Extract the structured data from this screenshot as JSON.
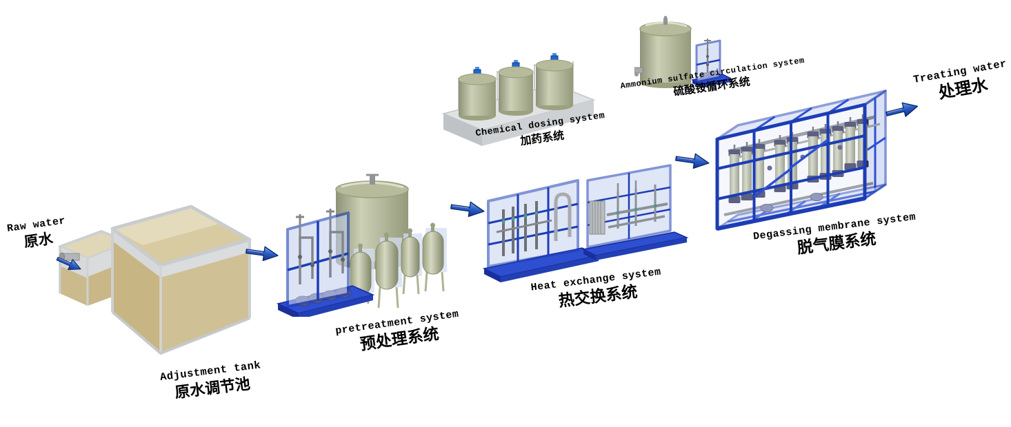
{
  "nodes": {
    "raw_water": {
      "en": "Raw water",
      "zh": "原水"
    },
    "adjustment_tank": {
      "en": "Adjustment tank",
      "zh": "原水调节池"
    },
    "pretreatment_system": {
      "en": "pretreatment system",
      "zh": "预处理系统"
    },
    "chemical_dosing_system": {
      "en": "Chemical dosing system",
      "zh": "加药系统"
    },
    "heat_exchange_system": {
      "en": "Heat exchange system",
      "zh": "热交换系统"
    },
    "ammonium_sulfate_circulation_system": {
      "en": "Ammonium sulfate circulation system",
      "zh": "硫酸铵循环系统"
    },
    "degassing_membrane_system": {
      "en": "Degassing membrane system",
      "zh": "脱气膜系统"
    },
    "treating_water": {
      "en": "Treating water",
      "zh": "处理水"
    }
  },
  "arrows": [
    {
      "from": "raw_water",
      "to": "adjustment_tank"
    },
    {
      "from": "adjustment_tank",
      "to": "pretreatment_system"
    },
    {
      "from": "pretreatment_system",
      "to": "heat_exchange_system"
    },
    {
      "from": "heat_exchange_system",
      "to": "degassing_membrane_system"
    },
    {
      "from": "degassing_membrane_system",
      "to": "treating_water"
    }
  ],
  "colors": {
    "background": "#ffffff",
    "frame_blue": "#1d3db5",
    "arrow_blue": "#2a5fc8",
    "panel_blue": "#cdd8f2",
    "tank_olive": "#b0b494",
    "water_tan": "#c8b584",
    "platform_gray": "#d4d6d8",
    "text": "#000000"
  }
}
